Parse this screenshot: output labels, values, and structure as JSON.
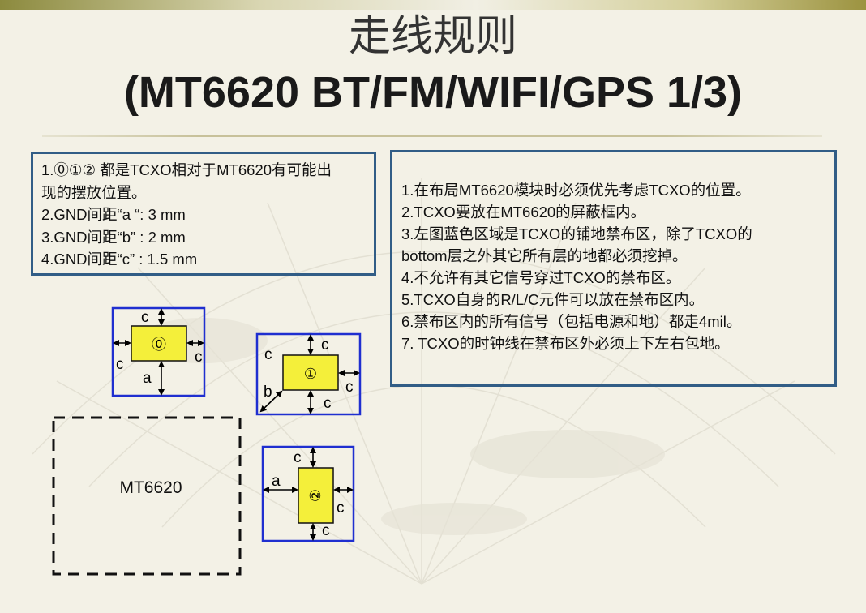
{
  "title": {
    "line1": "走线规则",
    "line2": "(MT6620 BT/FM/WIFI/GPS 1/3)"
  },
  "left_notes": [
    "1.⓪①② 都是TCXO相对于MT6620有可能出",
    "现的摆放位置。",
    "2.GND间距“a “: 3 mm",
    "3.GND间距“b” : 2 mm",
    "4.GND间距“c” : 1.5 mm"
  ],
  "right_notes": [
    "1.在布局MT6620模块时必须优先考虑TCXO的位置。",
    "2.TCXO要放在MT6620的屏蔽框内。",
    "3.左图蓝色区域是TCXO的铺地禁布区，除了TCXO的",
    "bottom层之外其它所有层的地都必须挖掉。",
    "4.不允许有其它信号穿过TCXO的禁布区。",
    "5.TCXO自身的R/L/C元件可以放在禁布区内。",
    "6.禁布区内的所有信号（包括电源和地）都走4mil。",
    "7. TCXO的时钟线在禁布区外必须上下左右包地。"
  ],
  "diagram": {
    "chip_label": "MT6620",
    "tcxo0_label": "⓪",
    "tcxo1_label": "①",
    "tcxo2_label": "②",
    "label_a": "a",
    "label_b": "b",
    "label_c": "c",
    "colors": {
      "keepout_border": "#1f2fd0",
      "tcxo_fill": "#f4ef3a",
      "box_border": "#315d86",
      "chip_border": "#111111"
    }
  }
}
